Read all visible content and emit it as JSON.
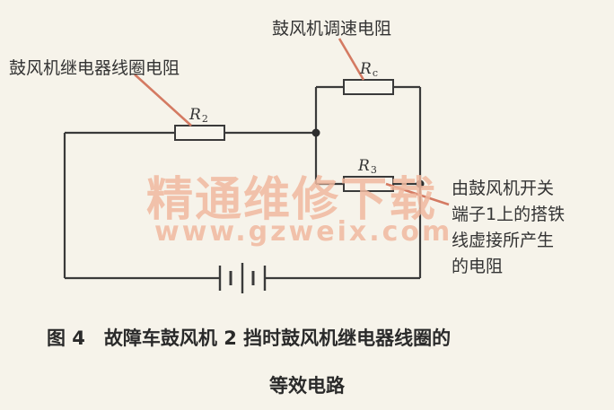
{
  "labels": {
    "speed_resistor": "鼓风机调速电阻",
    "relay_coil_resistor": "鼓风机继电器线圈电阻",
    "r2_symbol": "R",
    "r2_sub": "2",
    "rc_symbol": "R",
    "rc_sub": "c",
    "r3_symbol": "R",
    "r3_sub": "3",
    "r3_note_1": "由鼓风机开关",
    "r3_note_2": "端子1上的搭铁",
    "r3_note_3": "线虚接所产生",
    "r3_note_4": "的电阻"
  },
  "watermark": {
    "cn": "精通维修下载",
    "url": "www.gzweix.com"
  },
  "caption": {
    "line1": "图 4　故障车鼓风机 2 挡时鼓风机继电器线圈的",
    "line2": "等效电路"
  }
}
